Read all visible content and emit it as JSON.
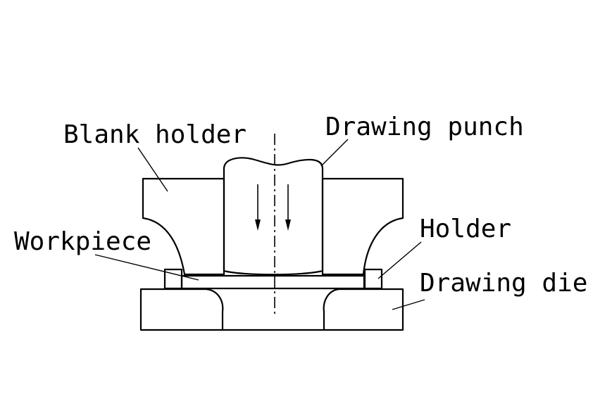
{
  "labels": {
    "blank_holder": "Blank holder",
    "drawing_punch": "Drawing punch",
    "workpiece": "Workpiece",
    "holder": "Holder",
    "drawing_die": "Drawing die"
  },
  "colors": {
    "line": "#000000",
    "workpiece_fill": "#d9d9d9",
    "background": "#ffffff"
  }
}
